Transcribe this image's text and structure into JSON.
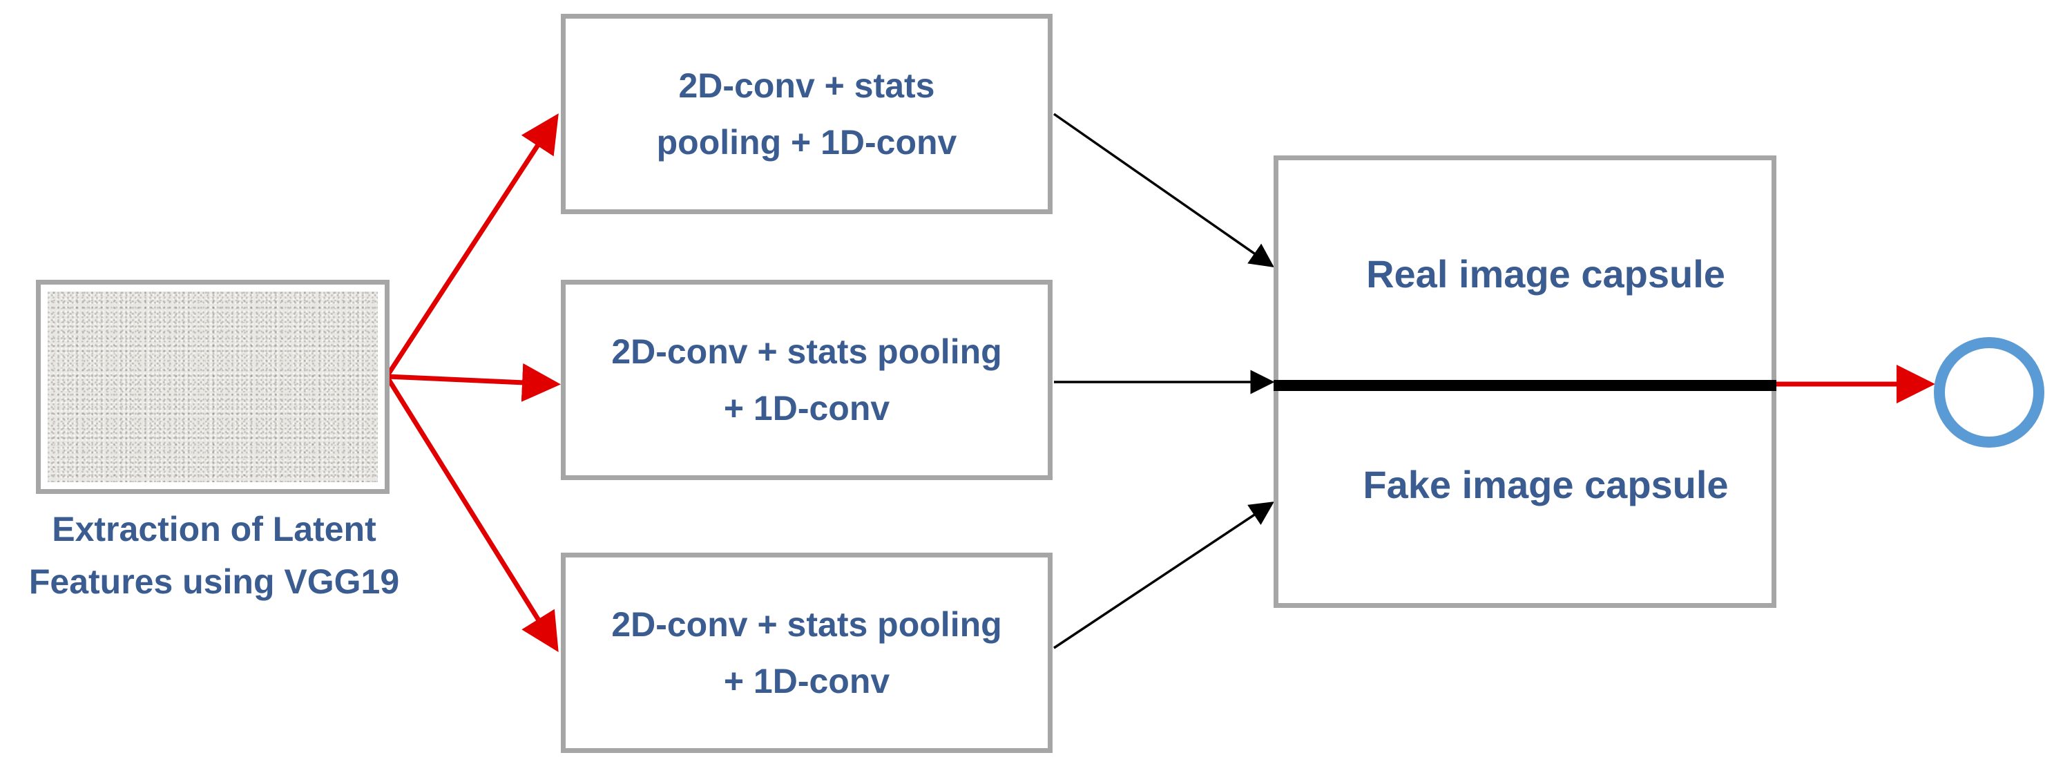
{
  "input": {
    "caption": "Extraction of Latent\nFeatures using VGG19"
  },
  "branches": [
    {
      "label": "2D-conv + stats\npooling + 1D-conv"
    },
    {
      "label": "2D-conv + stats pooling\n+ 1D-conv"
    },
    {
      "label": "2D-conv + stats pooling\n+ 1D-conv"
    }
  ],
  "capsules": {
    "real_label": "Real image capsule",
    "fake_label": "Fake image capsule"
  },
  "colors": {
    "text": "#3b5c91",
    "box_border": "#a6a6a6",
    "red_arrow": "#e00000",
    "black_arrow": "#000000",
    "output_node": "#5b9bd5"
  }
}
